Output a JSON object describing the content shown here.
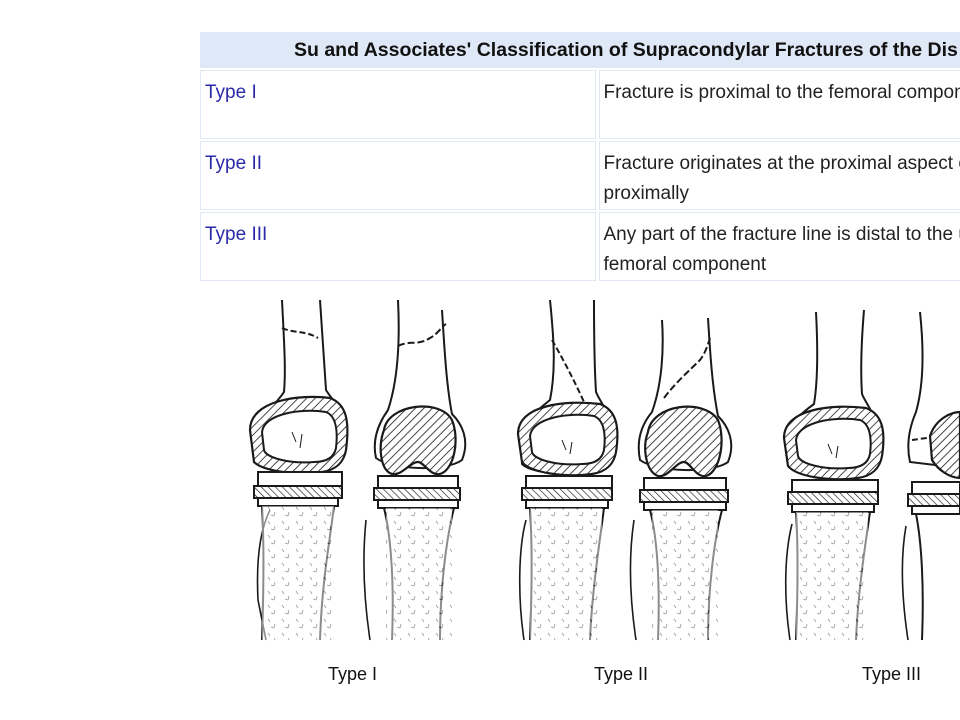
{
  "table": {
    "title": "Su and Associates' Classification of Supracondylar Fractures of the Dis",
    "rows": [
      {
        "type": "Type I",
        "line1": "Fracture is proximal to the femoral component",
        "line2": ""
      },
      {
        "type": "Type II",
        "line1": "Fracture originates at the proximal aspect of the  femoral component and",
        "line2": "proximally"
      },
      {
        "type": "Type III",
        "line1": "Any part of the fracture line is distal to the upper edge  of anterior flange",
        "line2": "femoral component"
      }
    ]
  },
  "figure": {
    "labels": [
      "Type I",
      "Type II",
      "Type III"
    ]
  },
  "colors": {
    "header_bg": "#dfe8f6",
    "type_text": "#2a2aa8",
    "cell_border": "#dfe8f4",
    "drawing": "#1a1a1a"
  }
}
